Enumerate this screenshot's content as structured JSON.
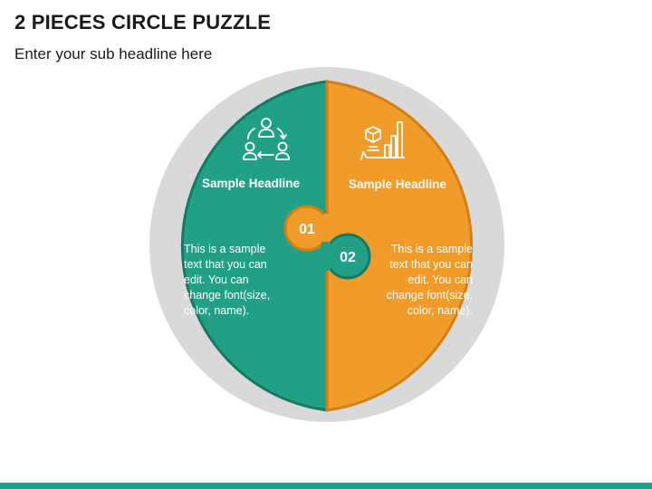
{
  "title": "2 PIECES CIRCLE PUZZLE",
  "subtitle": "Enter your sub headline here",
  "colors": {
    "ring": "#d9d9d9",
    "green": "#21a085",
    "green_border": "#157a64",
    "orange": "#f19c2a",
    "orange_border": "#d47f12",
    "footer": "#21a085"
  },
  "pieces": [
    {
      "number": "01",
      "headline": "Sample Headline",
      "text_lines": [
        "This is a sample",
        "text that you can",
        "edit. You can",
        "change font(size,",
        "color, name)."
      ],
      "icon": "team-cycle-icon"
    },
    {
      "number": "02",
      "headline": "Sample Headline",
      "text_lines": [
        "This is a sample",
        "text that you can",
        "edit. You can",
        "change font(size,",
        "color, name)."
      ],
      "icon": "growth-chart-icon"
    }
  ]
}
